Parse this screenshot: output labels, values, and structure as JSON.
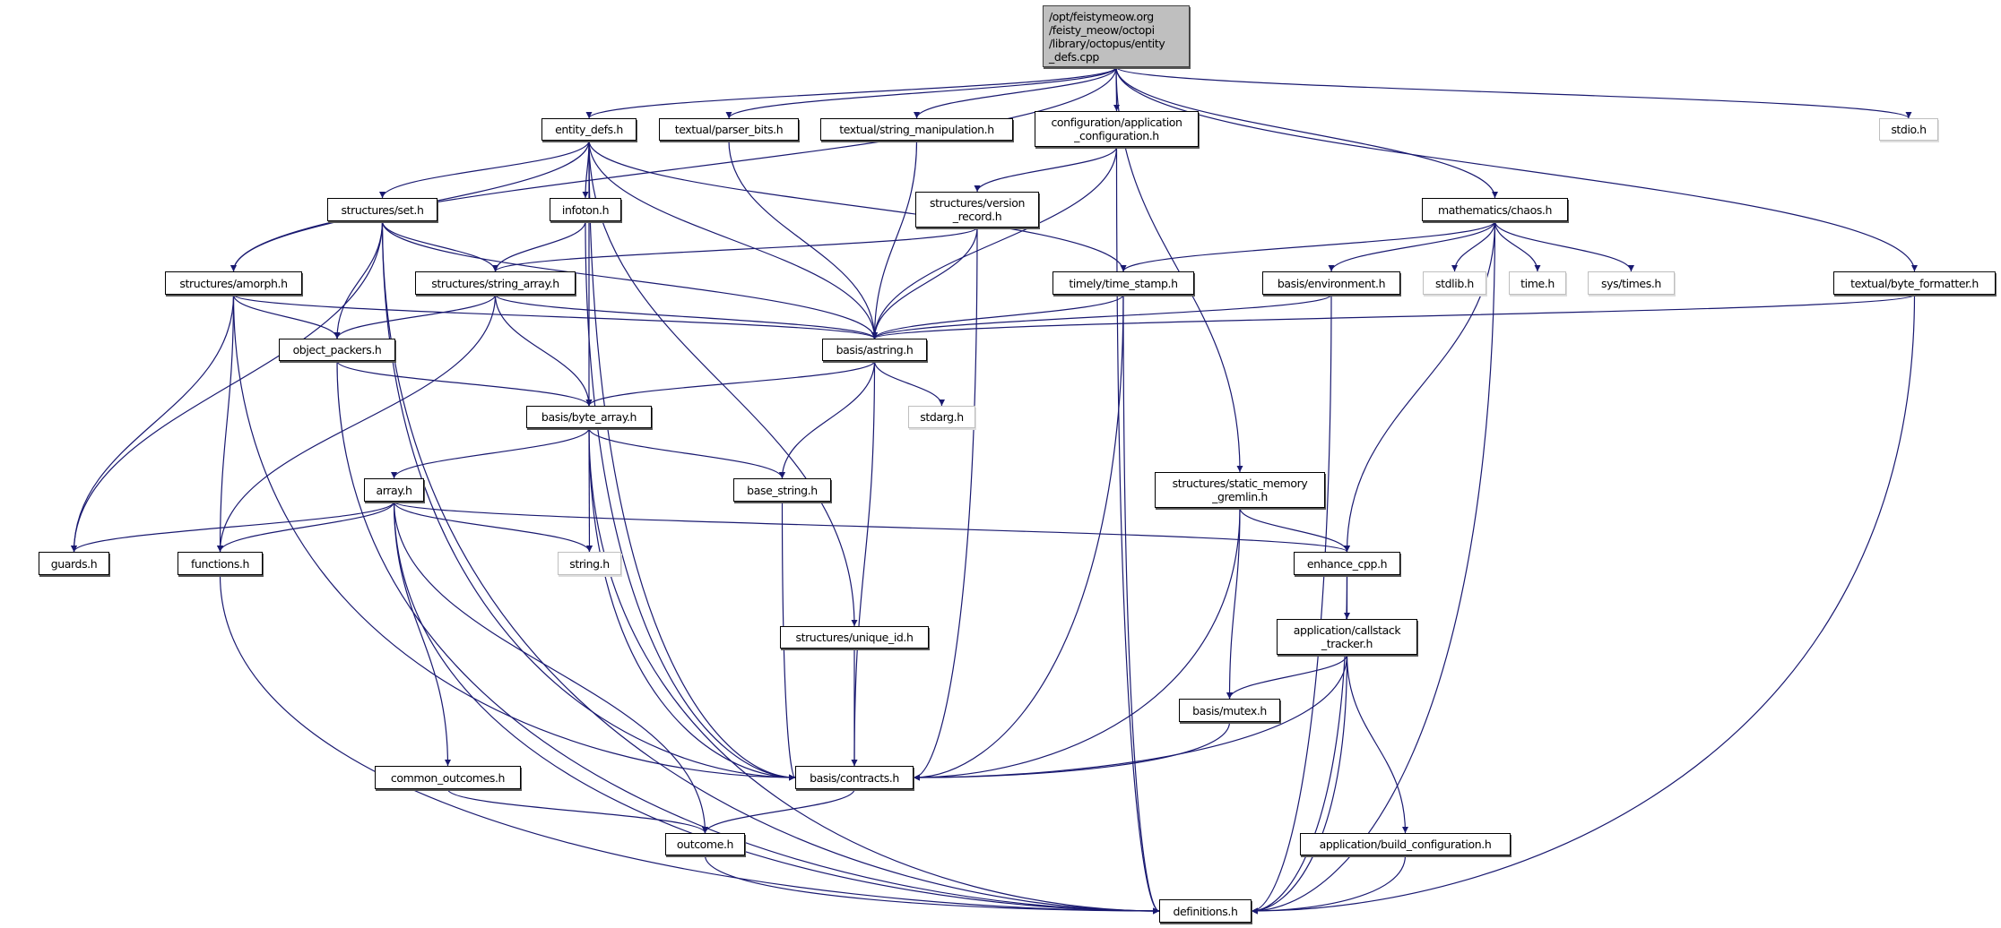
{
  "colors": {
    "edge": "#191970",
    "root_fill": "#bfbfbf",
    "node_border": "#000000",
    "system_border": "#bfbfbf"
  },
  "nodes": {
    "root": {
      "label": "/opt/feistymeow.org\n/feisty_meow/octopi\n/library/octopus/entity\n_defs.cpp",
      "kind": "root"
    },
    "entity_defs": {
      "label": "entity_defs.h"
    },
    "parser_bits": {
      "label": "textual/parser_bits.h"
    },
    "string_manipulation": {
      "label": "textual/string_manipulation.h"
    },
    "app_config": {
      "label": "configuration/application\n_configuration.h"
    },
    "stdio": {
      "label": "stdio.h",
      "kind": "system"
    },
    "set": {
      "label": "structures/set.h"
    },
    "infoton": {
      "label": "infoton.h"
    },
    "version_record": {
      "label": "structures/version\n_record.h"
    },
    "chaos": {
      "label": "mathematics/chaos.h"
    },
    "amorph": {
      "label": "structures/amorph.h"
    },
    "string_array": {
      "label": "structures/string_array.h"
    },
    "time_stamp": {
      "label": "timely/time_stamp.h"
    },
    "environment": {
      "label": "basis/environment.h"
    },
    "stdlib": {
      "label": "stdlib.h",
      "kind": "system"
    },
    "time": {
      "label": "time.h",
      "kind": "system"
    },
    "sys_times": {
      "label": "sys/times.h",
      "kind": "system"
    },
    "byte_formatter": {
      "label": "textual/byte_formatter.h"
    },
    "object_packers": {
      "label": "object_packers.h"
    },
    "astring": {
      "label": "basis/astring.h"
    },
    "byte_array": {
      "label": "basis/byte_array.h"
    },
    "stdarg": {
      "label": "stdarg.h",
      "kind": "system"
    },
    "gremlin": {
      "label": "structures/static_memory\n_gremlin.h"
    },
    "array": {
      "label": "array.h"
    },
    "base_string": {
      "label": "base_string.h"
    },
    "guards": {
      "label": "guards.h"
    },
    "functions": {
      "label": "functions.h"
    },
    "string": {
      "label": "string.h",
      "kind": "system"
    },
    "enhance_cpp": {
      "label": "enhance_cpp.h"
    },
    "unique_id": {
      "label": "structures/unique_id.h"
    },
    "callstack": {
      "label": "application/callstack\n_tracker.h"
    },
    "mutex": {
      "label": "basis/mutex.h"
    },
    "common_outcomes": {
      "label": "common_outcomes.h"
    },
    "contracts": {
      "label": "basis/contracts.h"
    },
    "outcome": {
      "label": "outcome.h"
    },
    "build_config": {
      "label": "application/build_configuration.h"
    },
    "definitions": {
      "label": "definitions.h"
    }
  },
  "edges": [
    [
      "root",
      "entity_defs"
    ],
    [
      "root",
      "parser_bits"
    ],
    [
      "root",
      "string_manipulation"
    ],
    [
      "root",
      "app_config"
    ],
    [
      "root",
      "amorph"
    ],
    [
      "root",
      "gremlin"
    ],
    [
      "root",
      "chaos"
    ],
    [
      "root",
      "stdio"
    ],
    [
      "root",
      "byte_formatter"
    ],
    [
      "entity_defs",
      "set"
    ],
    [
      "entity_defs",
      "infoton"
    ],
    [
      "entity_defs",
      "amorph"
    ],
    [
      "entity_defs",
      "astring"
    ],
    [
      "entity_defs",
      "byte_array"
    ],
    [
      "entity_defs",
      "time_stamp"
    ],
    [
      "entity_defs",
      "unique_id"
    ],
    [
      "entity_defs",
      "contracts"
    ],
    [
      "parser_bits",
      "astring"
    ],
    [
      "string_manipulation",
      "astring"
    ],
    [
      "app_config",
      "version_record"
    ],
    [
      "app_config",
      "astring"
    ],
    [
      "app_config",
      "definitions"
    ],
    [
      "set",
      "string_array"
    ],
    [
      "set",
      "object_packers"
    ],
    [
      "set",
      "astring"
    ],
    [
      "set",
      "contracts"
    ],
    [
      "set",
      "guards"
    ],
    [
      "set",
      "definitions"
    ],
    [
      "infoton",
      "string_array"
    ],
    [
      "infoton",
      "contracts"
    ],
    [
      "version_record",
      "string_array"
    ],
    [
      "version_record",
      "astring"
    ],
    [
      "version_record",
      "contracts"
    ],
    [
      "amorph",
      "object_packers"
    ],
    [
      "amorph",
      "astring"
    ],
    [
      "amorph",
      "guards"
    ],
    [
      "amorph",
      "functions"
    ],
    [
      "amorph",
      "contracts"
    ],
    [
      "string_array",
      "object_packers"
    ],
    [
      "string_array",
      "astring"
    ],
    [
      "string_array",
      "byte_array"
    ],
    [
      "string_array",
      "functions"
    ],
    [
      "object_packers",
      "byte_array"
    ],
    [
      "object_packers",
      "definitions"
    ],
    [
      "astring",
      "byte_array"
    ],
    [
      "astring",
      "stdarg"
    ],
    [
      "astring",
      "base_string"
    ],
    [
      "astring",
      "contracts"
    ],
    [
      "byte_array",
      "array"
    ],
    [
      "byte_array",
      "base_string"
    ],
    [
      "byte_array",
      "string"
    ],
    [
      "byte_array",
      "contracts"
    ],
    [
      "byte_array",
      "definitions"
    ],
    [
      "array",
      "guards"
    ],
    [
      "array",
      "functions"
    ],
    [
      "array",
      "string"
    ],
    [
      "array",
      "enhance_cpp"
    ],
    [
      "array",
      "common_outcomes"
    ],
    [
      "array",
      "outcome"
    ],
    [
      "array",
      "definitions"
    ],
    [
      "functions",
      "definitions"
    ],
    [
      "base_string",
      "contracts"
    ],
    [
      "unique_id",
      "contracts"
    ],
    [
      "contracts",
      "outcome"
    ],
    [
      "common_outcomes",
      "outcome"
    ],
    [
      "outcome",
      "definitions"
    ],
    [
      "chaos",
      "time_stamp"
    ],
    [
      "chaos",
      "environment"
    ],
    [
      "chaos",
      "stdlib"
    ],
    [
      "chaos",
      "time"
    ],
    [
      "chaos",
      "sys_times"
    ],
    [
      "chaos",
      "enhance_cpp"
    ],
    [
      "chaos",
      "definitions"
    ],
    [
      "time_stamp",
      "astring"
    ],
    [
      "time_stamp",
      "contracts"
    ],
    [
      "time_stamp",
      "definitions"
    ],
    [
      "environment",
      "astring"
    ],
    [
      "environment",
      "definitions"
    ],
    [
      "byte_formatter",
      "astring"
    ],
    [
      "byte_formatter",
      "definitions"
    ],
    [
      "gremlin",
      "enhance_cpp"
    ],
    [
      "gremlin",
      "mutex"
    ],
    [
      "gremlin",
      "contracts"
    ],
    [
      "enhance_cpp",
      "callstack"
    ],
    [
      "enhance_cpp",
      "definitions"
    ],
    [
      "callstack",
      "mutex"
    ],
    [
      "callstack",
      "contracts"
    ],
    [
      "callstack",
      "definitions"
    ],
    [
      "callstack",
      "build_config"
    ],
    [
      "mutex",
      "contracts"
    ],
    [
      "build_config",
      "definitions"
    ]
  ]
}
